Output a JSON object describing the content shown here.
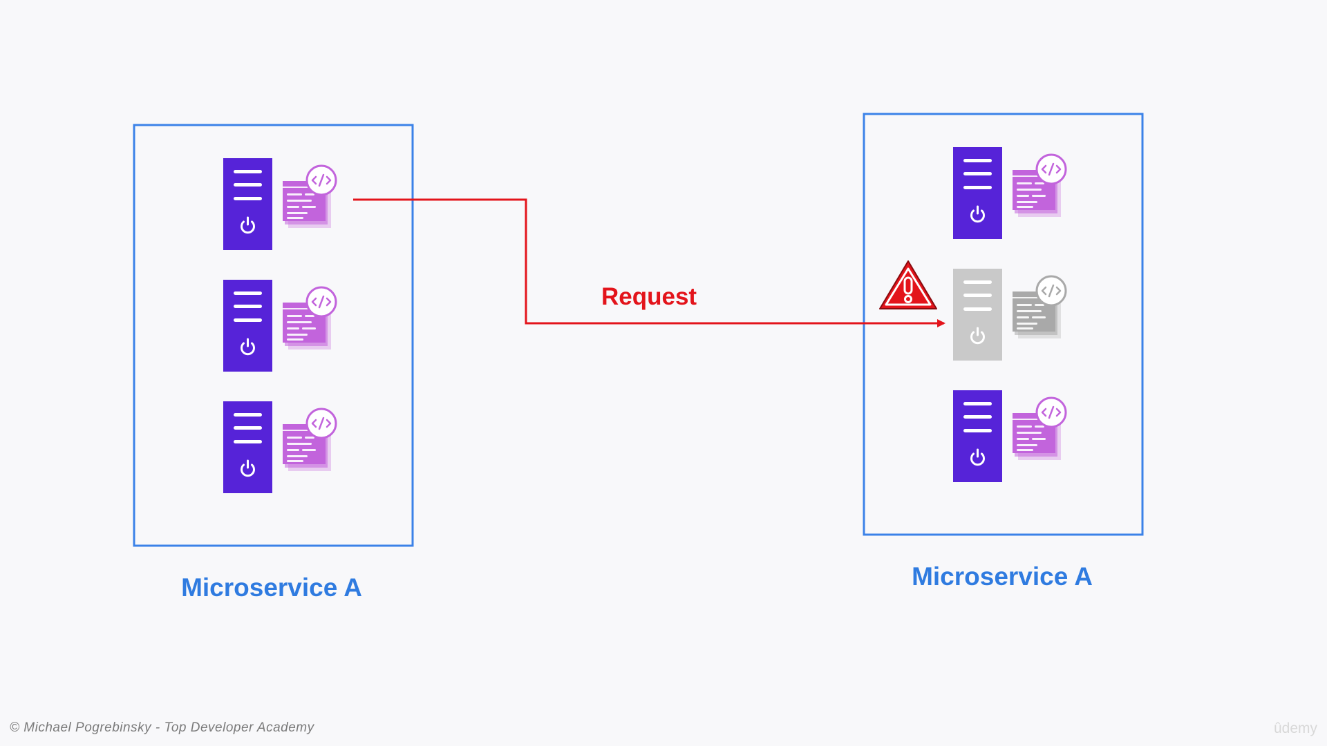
{
  "colors": {
    "background": "#f8f8fa",
    "box_border": "#3b82e8",
    "server_active": "#5623d8",
    "server_failed": "#c9c9c9",
    "code_window_active": "#c264dc",
    "code_window_failed": "#a9a9a9",
    "request_arrow": "#e3141b",
    "warning": "#e3141b",
    "label": "#2f7be0"
  },
  "left_service": {
    "label": "Microservice A",
    "instances": [
      {
        "status": "active",
        "server_icon": "server-icon",
        "code_icon": "code-window-icon"
      },
      {
        "status": "active",
        "server_icon": "server-icon",
        "code_icon": "code-window-icon"
      },
      {
        "status": "active",
        "server_icon": "server-icon",
        "code_icon": "code-window-icon"
      }
    ]
  },
  "right_service": {
    "label": "Microservice A",
    "instances": [
      {
        "status": "active",
        "server_icon": "server-icon",
        "code_icon": "code-window-icon"
      },
      {
        "status": "failed",
        "server_icon": "server-icon",
        "code_icon": "code-window-icon",
        "alert_icon": "warning-triangle-icon"
      },
      {
        "status": "active",
        "server_icon": "server-icon",
        "code_icon": "code-window-icon"
      }
    ]
  },
  "request": {
    "label": "Request"
  },
  "footer": {
    "copyright": "© Michael Pogrebinsky - Top Developer Academy",
    "watermark": "ûdemy"
  }
}
